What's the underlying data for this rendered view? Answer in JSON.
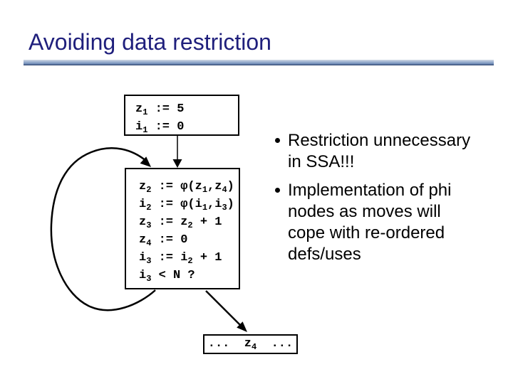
{
  "slide": {
    "title": "Avoiding data restriction",
    "colors": {
      "title": "#1f1f7c",
      "underline_top": "#d3dbe6",
      "underline_bottom": "#2c3f66",
      "text": "#000000",
      "background": "#ffffff"
    }
  },
  "bullets": [
    {
      "lines": [
        "Restriction unnecessary",
        "in SSA!!!"
      ]
    },
    {
      "lines": [
        "Implementation of phi",
        "nodes as moves will",
        "cope with re-ordered",
        "defs/uses"
      ]
    }
  ],
  "diagram": {
    "box_entry": {
      "lines": [
        [
          {
            "t": "z"
          },
          {
            "s": "1"
          },
          {
            "t": " := 5"
          }
        ],
        [
          {
            "t": "i"
          },
          {
            "s": "1"
          },
          {
            "t": " := 0"
          }
        ]
      ]
    },
    "box_loop": {
      "lines": [
        [
          {
            "t": "z"
          },
          {
            "s": "2"
          },
          {
            "t": " := φ(z"
          },
          {
            "s": "1"
          },
          {
            "t": ",z"
          },
          {
            "s": "4"
          },
          {
            "t": ")"
          }
        ],
        [
          {
            "t": "i"
          },
          {
            "s": "2"
          },
          {
            "t": " := φ(i"
          },
          {
            "s": "1"
          },
          {
            "t": ",i"
          },
          {
            "s": "3"
          },
          {
            "t": ")"
          }
        ],
        [
          {
            "t": "z"
          },
          {
            "s": "3"
          },
          {
            "t": " := z"
          },
          {
            "s": "2"
          },
          {
            "t": " + 1"
          }
        ],
        [
          {
            "t": "z"
          },
          {
            "s": "4"
          },
          {
            "t": " := 0"
          }
        ],
        [
          {
            "t": "i"
          },
          {
            "s": "3"
          },
          {
            "t": " := i"
          },
          {
            "s": "2"
          },
          {
            "t": " + 1"
          }
        ],
        [
          {
            "t": "i"
          },
          {
            "s": "3"
          },
          {
            "t": " < N ?"
          }
        ]
      ]
    },
    "box_exit": {
      "line": [
        {
          "t": "...  z"
        },
        {
          "s": "4"
        },
        {
          "t": "  ..."
        }
      ]
    },
    "arrows": [
      "entry-arrow",
      "loop-back-arrow",
      "exit-arrow"
    ]
  }
}
